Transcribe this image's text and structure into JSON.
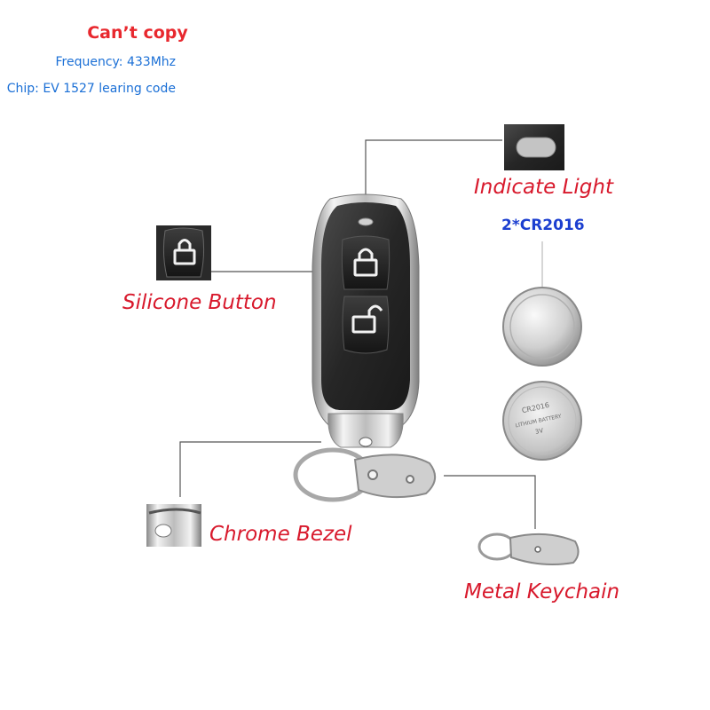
{
  "header": {
    "title": "Can’t copy",
    "frequency": "Frequency: 433Mhz",
    "chip": "Chip: EV 1527 learing code"
  },
  "callouts": {
    "indicate_light": "Indicate Light",
    "battery_type": "2*CR2016",
    "silicone_button": "Silicone Button",
    "chrome_bezel": "Chrome Bezel",
    "metal_keychain": "Metal Keychain"
  },
  "battery_markings": {
    "model": "CR2016",
    "chemistry": "LITHIUM BATTERY",
    "voltage": "3V"
  },
  "colors": {
    "header_red": "#e8282e",
    "header_blue": "#1a6fd6",
    "callout_red": "#d8192c",
    "battery_label_blue": "#1c3fd0",
    "remote_body": "#2b2b2b",
    "chrome": "#c8c8c8"
  },
  "icons": {
    "lock": "lock-icon",
    "unlock": "unlock-icon"
  }
}
